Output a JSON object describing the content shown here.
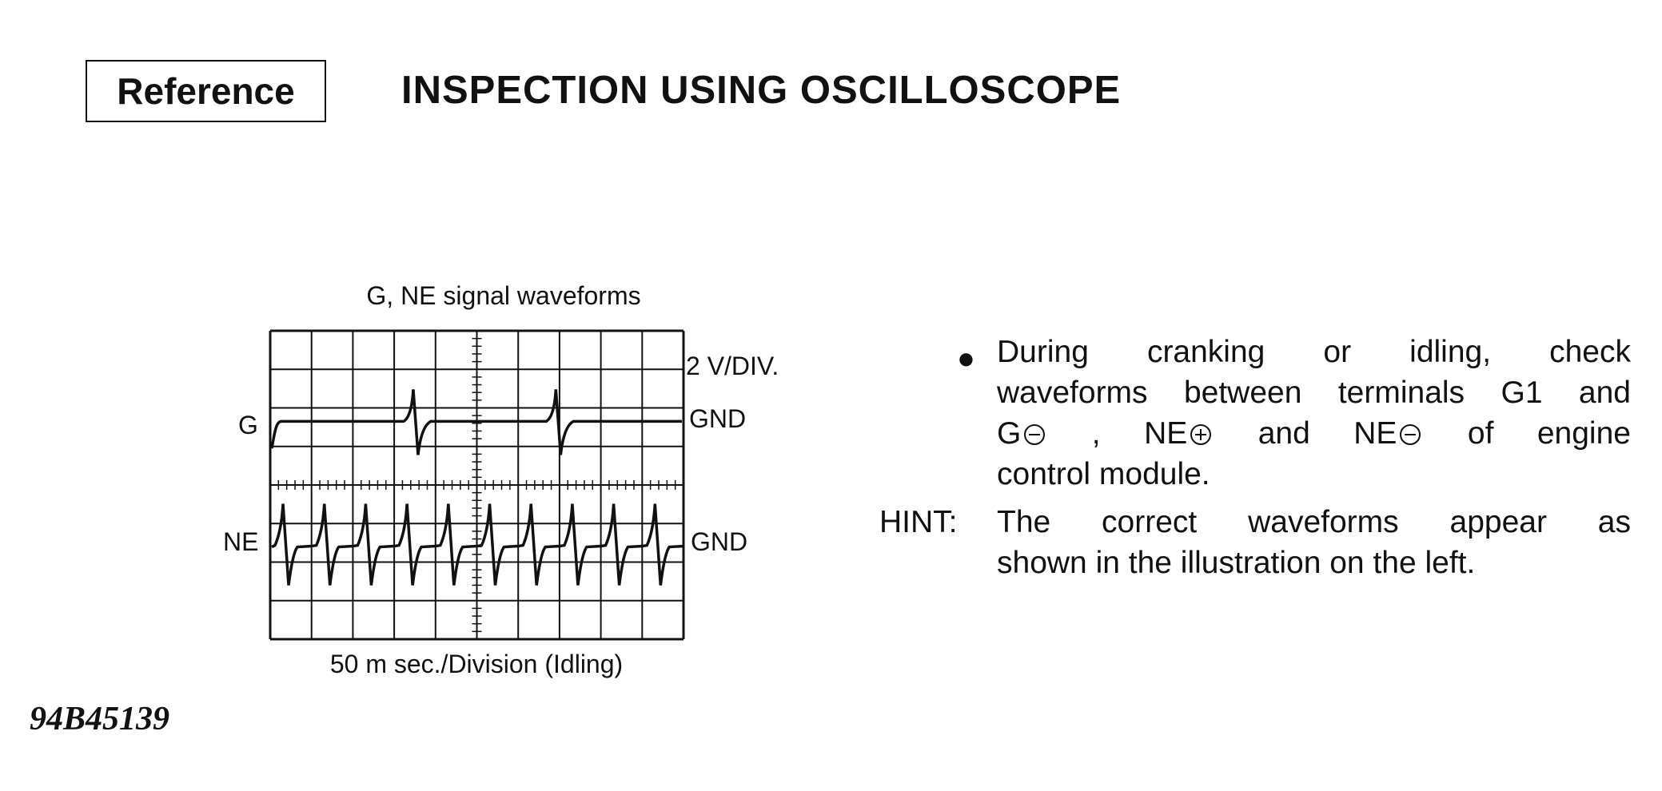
{
  "header": {
    "reference_label": "Reference",
    "title": "INSPECTION USING OSCILLOSCOPE"
  },
  "figure": {
    "title": "G, NE signal waveforms",
    "caption": "50 m sec./Division (Idling)",
    "scale_label": "2 V/DIV.",
    "g_label": "G",
    "ne_label": "NE",
    "g_gnd_label": "GND",
    "ne_gnd_label": "GND",
    "figure_id": "94B45139",
    "grid": {
      "columns": 10,
      "rows": 8
    },
    "g_pulse_count": 2,
    "ne_pulse_count": 10
  },
  "instructions": {
    "bullet_lines": [
      "During cranking or idling, check",
      "waveforms between terminals G1 and",
      "G",
      ", NE",
      "and NE",
      "of engine",
      "control module."
    ],
    "hint_label": "HINT:",
    "hint_lines": [
      "The correct waveforms appear as",
      "shown in the illustration on the left."
    ]
  }
}
